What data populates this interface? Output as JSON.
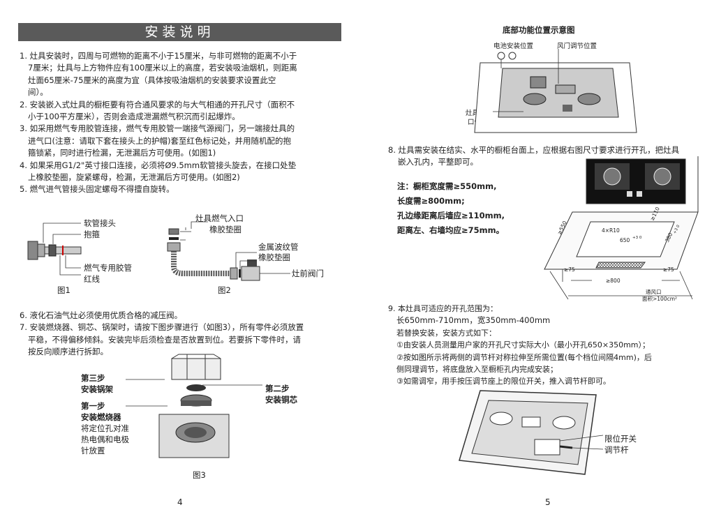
{
  "left_page": {
    "banner_title": "安装说明",
    "items": [
      {
        "lines": [
          "1. 灶具安装时，四周与可燃物的距离不小于15厘米，与非可燃物的距离不小于",
          "7厘米；灶具与上方物件应有100厘米以上的高度，若安装吸油烟机，则距离",
          "灶面65厘米-75厘米的高度为宜（具体按吸油烟机的安装要求设置此空",
          "间）。"
        ]
      },
      {
        "lines": [
          "2. 安装嵌入式灶具的橱柜要有符合通风要求的与大气相通的开孔尺寸（面积不",
          "小于100平方厘米），否则会造成泄漏燃气积沉而引起爆炸。"
        ]
      },
      {
        "lines": [
          "3. 如采用燃气专用胶管连接，燃气专用胶管一端接气源阀门，另一端接灶具的",
          "进气口(注意：请取下套在接头上的护帽)套至红色标记处，并用随机配的抱",
          "箍锁紧，同时进行检漏，无泄漏后方可使用。(如图1)"
        ]
      },
      {
        "lines": [
          "4. 如果采用G1/2\"英寸接口连接，必须将Ø9.5mm软管接头旋去，在接口处垫",
          "上橡胶垫圈，旋紧螺母，检漏，无泄漏后方可使用。(如图2)"
        ]
      },
      {
        "lines": [
          "5. 燃气进气管接头固定螺母不得擅自旋转。"
        ]
      }
    ],
    "fig1": {
      "labels": [
        "软管接头",
        "抱箍",
        "燃气专用胶管",
        "红线"
      ],
      "caption": "图1"
    },
    "fig2": {
      "labels": [
        "灶具燃气入口",
        "橡胶垫圈",
        "金属波纹管",
        "橡胶垫圈",
        "灶前阀门"
      ],
      "caption": "图2"
    },
    "items2": [
      {
        "lines": [
          "6. 液化石油气灶必须使用优质合格的减压阀。"
        ]
      },
      {
        "lines": [
          "7. 安装燃烧器、铜芯、锅架时，请按下图步骤进行（如图3），所有零件必须放置",
          "平稳，不得偏移倾斜。安装完毕后须检查是否放置到位。若要拆下零件时，请",
          "按反向顺序进行拆卸。"
        ]
      }
    ],
    "fig3": {
      "step3_title": "第三步",
      "step3_desc": "安装锅架",
      "step2_title": "第二步",
      "step2_desc": "安装铜芯",
      "step1_title": "第一步",
      "step1_desc": [
        "安装燃烧器",
        "将定位孔对准",
        "热电偶和电极",
        "针放置"
      ],
      "caption": "图3"
    },
    "page_number": "4"
  },
  "right_page": {
    "bottom_diagram": {
      "title": "底部功能位置示意图",
      "label_battery": "电池安装位置",
      "label_damper": "风门调节位置",
      "label_inlet": [
        "灶具进气",
        "口位置"
      ]
    },
    "item8": {
      "lines": [
        "8. 灶具需安装在结实、水平的橱柜台面上，应根据右图尺寸要求进行开孔，把灶具",
        "嵌入孔内，平整即可。"
      ]
    },
    "notes": [
      "注：橱柜宽度需≥550mm,",
      "长度需≥800mm;",
      "孔边缘距离后墙应≥110mm,",
      "距离左、右墙均应≥75mm。"
    ],
    "cutout": {
      "dim_550": "≥550",
      "dim_110": "≥110",
      "dim_r10": "4×R10",
      "dim_650": "650",
      "dim_650_tol": "+3 0",
      "dim_380": "380",
      "dim_380_tol": "+3 0",
      "dim_75_left": "≥75",
      "dim_75_right": "≥75",
      "dim_800": "≥800",
      "vent_label": "通风口",
      "vent_area": "面积>100cm²"
    },
    "item9": {
      "lines": [
        "9. 本灶具可适应的开孔范围为："
      ],
      "range": "长650mm-710mm，宽350mm-400mm",
      "method": "若替换安装，安装方式如下：",
      "steps": [
        "①由安装人员测量用户家的开孔尺寸实际大小（最小开孔650×350mm）；",
        "②按如图所示将两侧的调节杆对称拉伸至所需位置(每个档位间隔4mm)，后",
        "侧同理调节，将底盘放入至橱柜孔内完成安装；",
        "③如需调窄，用手按压调节座上的限位开关，推入调节杆即可。"
      ]
    },
    "bottom_labels": {
      "limit_switch": "限位开关",
      "adjust_rod": "调节杆"
    },
    "page_number": "5"
  }
}
